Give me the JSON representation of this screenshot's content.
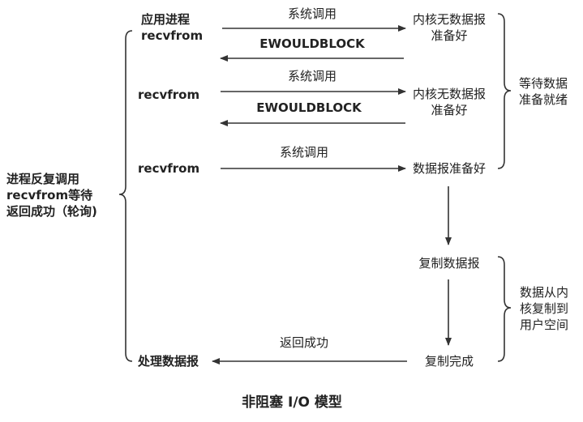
{
  "title": "非阻塞 I/O 模型",
  "app": {
    "label_1": "应用进程",
    "label_2": "recvfrom",
    "recvfrom_2": "recvfrom",
    "recvfrom_3": "recvfrom",
    "process_data": "处理数据报"
  },
  "left_group": {
    "line_1": "进程反复调用",
    "line_2": "recvfrom等待",
    "line_3": "返回成功（轮询)"
  },
  "messages": {
    "syscall_1": "系统调用",
    "ewouldblock_1": "EWOULDBLOCK",
    "syscall_2": "系统调用",
    "ewouldblock_2": "EWOULDBLOCK",
    "syscall_3": "系统调用",
    "return_success": "返回成功"
  },
  "kernel": {
    "not_ready_1_line_1": "内核无数据报",
    "not_ready_1_line_2": "准备好",
    "not_ready_2_line_1": "内核无数据报",
    "not_ready_2_line_2": "准备好",
    "ready": "数据报准备好",
    "copying": "复制数据报",
    "copy_done": "复制完成"
  },
  "phases": {
    "wait_line_1": "等待数据",
    "wait_line_2": "准备就绪",
    "copy_line_1": "数据从内",
    "copy_line_2": "核复制到",
    "copy_line_3": "用户空间"
  },
  "colors": {
    "text": "#222222",
    "line": "#333333",
    "background": "#ffffff"
  }
}
